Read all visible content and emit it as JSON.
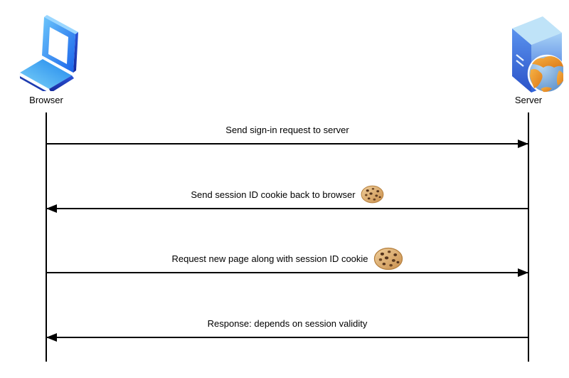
{
  "actors": {
    "browser": {
      "label": "Browser",
      "icon": "browser-laptop-icon"
    },
    "server": {
      "label": "Server",
      "icon": "server-tower-globe-icon"
    }
  },
  "messages": [
    {
      "label": "Send sign-in request to server",
      "from": "Browser",
      "to": "Server",
      "direction": "right",
      "cookie": false
    },
    {
      "label": "Send session ID cookie back to browser",
      "from": "Server",
      "to": "Browser",
      "direction": "left",
      "cookie": true
    },
    {
      "label": "Request new page along with session ID cookie",
      "from": "Browser",
      "to": "Server",
      "direction": "right",
      "cookie": true
    },
    {
      "label": "Response: depends on session validity",
      "from": "Server",
      "to": "Browser",
      "direction": "left",
      "cookie": false
    }
  ],
  "icons": {
    "cookie": "cookie-icon"
  },
  "colors": {
    "line": "#000000",
    "text": "#000000",
    "background": "#ffffff",
    "browser_blue_light": "#5BC2F8",
    "browser_blue_dark": "#1A57D8",
    "browser_edge_navy": "#1E3CB0",
    "server_blue_light": "#9CCBF4",
    "server_blue_dark": "#2A52C8",
    "globe_ocean": "#6FA8DC",
    "globe_land": "#E8922C",
    "cookie_base": "#E3B97E",
    "cookie_chip": "#54331C"
  }
}
